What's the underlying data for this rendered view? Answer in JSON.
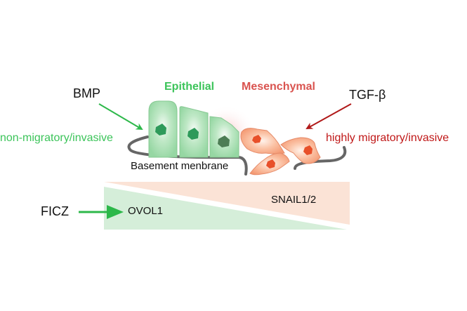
{
  "signals": {
    "bmp": "BMP",
    "tgfb": "TGF-β",
    "ficz": "FICZ"
  },
  "states": {
    "epithelial": "Epithelial",
    "mesenchymal": "Mesenchymal"
  },
  "phenotypes": {
    "left": "non-migratory/invasive",
    "right": "highly migratory/invasive"
  },
  "structures": {
    "basement_membrane": "Basement menbrane"
  },
  "gradient": {
    "bottom_label": "OVOL1",
    "top_label": "SNAIL1/2"
  },
  "colors": {
    "epithelial_green": "#3cc45a",
    "mesenchymal_red": "#d9534f",
    "arrow_green": "#2db84a",
    "arrow_red": "#b01818",
    "right_text_red": "#c01818",
    "cell_green": "#a6dfb0",
    "nucleus_green": "#2e9a5a",
    "cell_orange": "#f7a888",
    "nucleus_orange": "#e8502a",
    "gradient_green": "#d5eed9",
    "gradient_orange": "#fbe3d6",
    "membrane_gray": "#666666"
  }
}
